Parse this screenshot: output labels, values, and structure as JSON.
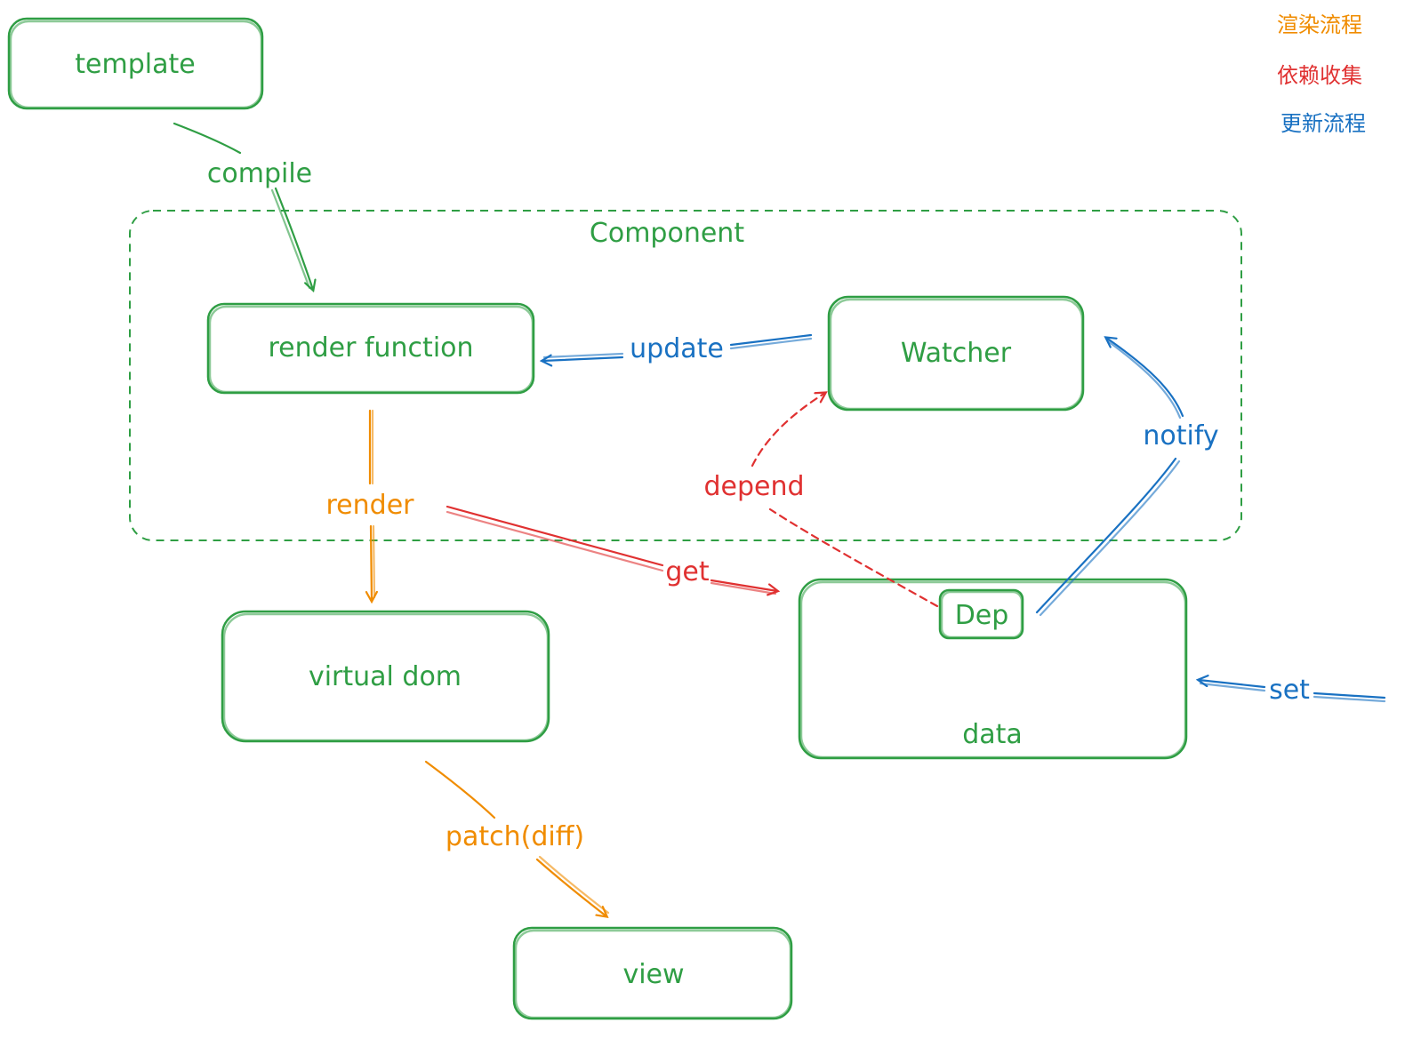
{
  "colors": {
    "green": "#2f9e44",
    "orange": "#f08c00",
    "red": "#e03131",
    "blue": "#1971c2"
  },
  "legend": {
    "render_flow": "渲染流程",
    "dependency_collection": "依赖收集",
    "update_flow": "更新流程"
  },
  "nodes": {
    "template": "template",
    "render_function": "render function",
    "watcher": "Watcher",
    "virtual_dom": "virtual dom",
    "dep": "Dep",
    "data": "data",
    "view": "view",
    "component": "Component"
  },
  "edges": {
    "compile": "compile",
    "update": "update",
    "render": "render",
    "get": "get",
    "depend": "depend",
    "notify": "notify",
    "set": "set",
    "patch": "patch(diff)"
  }
}
